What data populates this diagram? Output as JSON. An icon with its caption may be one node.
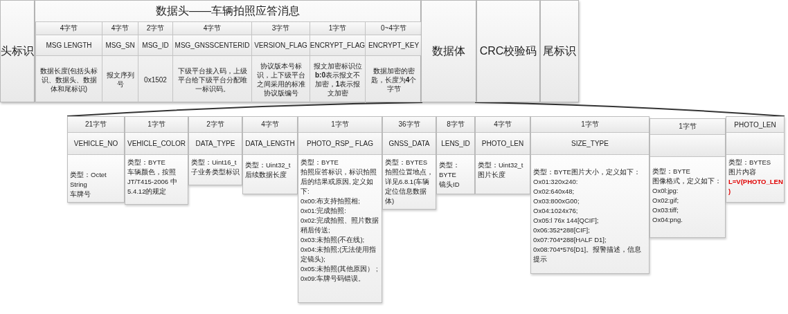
{
  "diagram": {
    "nodes": [
      {
        "text": [
          "头标识"
        ]
      },
      {
        "text": [
          "数据头——车辆拍照应答消息"
        ]
      },
      {
        "text": [
          "4字节",
          "MSG LENGTH",
          "数据长度(包括头标识、数据头、数据体和尾标识)"
        ],
        "in": 1
      },
      {
        "text": [
          "4字节",
          "MSG_SN",
          "报文序列号"
        ],
        "in": 1
      },
      {
        "text": [
          "2字节",
          "MSG_ID",
          "0x1502"
        ],
        "in": 1
      },
      {
        "text": [
          "4字节",
          "MSG_GNSSCENTERID",
          "下级平台接入码，上级平台给下级平台分配唯一标识码。"
        ],
        "in": 1
      },
      {
        "text": [
          "3字节",
          "VERSION_FLAG",
          "协议版本号标识，上下级平台之间采用的标准协议版编号"
        ],
        "in": 1
      },
      {
        "text": [
          "1字节",
          "ENCRYPT_FLAG",
          "报文加密标识位**b:0**表示报文不加密，**1**表示报文加密"
        ],
        "in": 1
      },
      {
        "text": [
          "0~4字节",
          "ENCRYPT_KEY",
          "数据加密的密匙，长度为**4**个字节"
        ],
        "in": 1
      },
      {
        "text": [
          "数据体"
        ]
      },
      {
        "text": [
          "CRC校验码"
        ]
      },
      {
        "text": [
          "尾标识"
        ]
      },
      {
        "text": [
          "21字节",
          "VEHICLE_NO",
          "类型：Octet String",
          "车牌号"
        ]
      },
      {
        "text": [
          "1字节",
          "VEHICLE_COLOR",
          "类型：BYTE",
          "车辆颜色，按照JT/T415-2006 中5.4.12的规定"
        ]
      },
      {
        "text": [
          "2字节",
          "DATA_TYPE",
          "类型：Uint16_t",
          "子业务类型标识"
        ]
      },
      {
        "text": [
          "4字节",
          "DATA_LENGTH",
          "类型：Uint32_t",
          "后续数据长度"
        ]
      },
      {
        "text": [
          "1字节",
          "PHOTO_RSP_ FLAG",
          "类型：BYTE",
          "拍照应答标识，标识拍照后的结果或原因, 定义如下:",
          "0x00:布支持拍照相;",
          "0x01:完成拍照:",
          "0x02:完成拍照、照片数据稍后传送;",
          "0x03:未拍照(不在线);",
          "0x04:未拍照;(无法使用指定镜头);",
          "0x05:未拍照(其他原因） ;",
          "0x09:车牌号码错误。"
        ]
      },
      {
        "text": [
          "36字节",
          "GNSS_DATA",
          "类型：BYTES",
          "拍照位置地点，详见6.8.1(车辆定位信息数据体)"
        ]
      },
      {
        "text": [
          "8字节",
          "LENS_ID",
          "类型：BYTE",
          "镜头ID"
        ]
      },
      {
        "text": [
          "4字节",
          "PHOTO_LEN",
          "类型：Uint32_t",
          "图片长度"
        ]
      },
      {
        "text": [
          "1字节",
          "SIZE_TYPE",
          "类型：BYTE图片大小，定义如下：",
          "Ox01:320x240:",
          "Ox02:640x48;",
          "Ox03:800xG00;",
          "Ox04:1024x76;",
          "Ox05:l 76x 144[QCIF];",
          "0x06:352*288[CIF];",
          "0x07:704*288[HALF D1];",
          "0x08:704*576[D1]。报警描述，信息提示"
        ]
      },
      {
        "text": [
          "1字节",
          "类型：BYTE",
          "图像格式，定义如下：",
          "Ox0l:jpg:",
          "Ox02:gif;",
          "Ox03:tiff;",
          "Ox04:png."
        ]
      },
      {
        "text": [
          "PHOTO_LEN",
          "类型：BYTES",
          "图片内容",
          "L=V(PHOTO_LEN )"
        ]
      }
    ],
    "edges": [
      {
        "from": 9,
        "to": 12,
        "arrow": "none"
      },
      {
        "from": 9,
        "to": 22,
        "arrow": "none"
      }
    ]
  }
}
